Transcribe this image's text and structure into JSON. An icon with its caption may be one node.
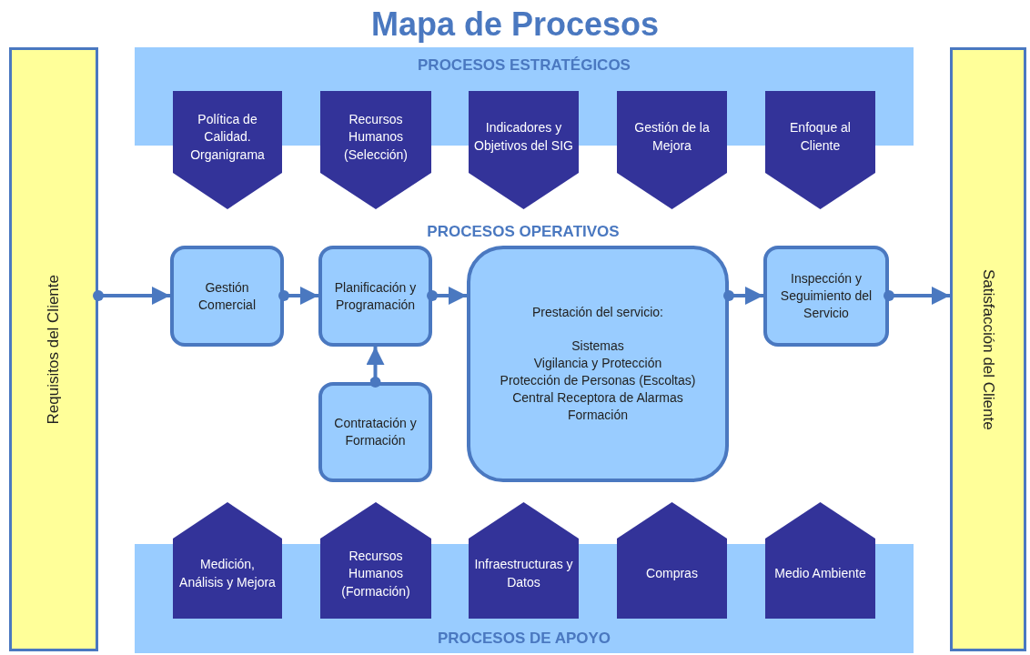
{
  "diagram": {
    "title": "Mapa de Procesos",
    "nodes": [
      {
        "text": [
          "Requisitos del Cliente"
        ]
      },
      {
        "text": [
          "Satisfacción del Cliente"
        ]
      },
      {
        "text": [
          "PROCESOS ESTRATÉGICOS"
        ]
      },
      {
        "text": [
          "Política de Calidad. Organigrama"
        ]
      },
      {
        "text": [
          "Recursos Humanos (Selección)"
        ]
      },
      {
        "text": [
          "Indicadores y Objetivos del SIG"
        ]
      },
      {
        "text": [
          "Gestión de la Mejora"
        ]
      },
      {
        "text": [
          "Enfoque al Cliente"
        ]
      },
      {
        "text": [
          "Gestión Comercial"
        ]
      },
      {
        "text": [
          "Planificación y Programación"
        ]
      },
      {
        "text": [
          "Contratación y Formación"
        ]
      },
      {
        "text": [
          "Prestación del servicio:",
          "Sistemas",
          "Vigilancia y Protección",
          "Protección de Personas (Escoltas)",
          "Central Receptora de Alarmas",
          "Formación"
        ]
      },
      {
        "text": [
          "Inspección y Seguimiento del Servicio"
        ]
      },
      {
        "text": [
          "PROCESOS DE APOYO"
        ]
      },
      {
        "text": [
          "Medición, Análisis y Mejora"
        ]
      },
      {
        "text": [
          "Recursos Humanos (Formación)"
        ]
      },
      {
        "text": [
          "Infraestructuras y Datos"
        ]
      },
      {
        "text": [
          "Compras"
        ]
      },
      {
        "text": [
          "Medio Ambiente"
        ]
      }
    ],
    "edges": [
      {
        "from": 0,
        "to": 8,
        "arrow": "to"
      },
      {
        "from": 8,
        "to": 9,
        "arrow": "to"
      },
      {
        "from": 10,
        "to": 9,
        "arrow": "to"
      },
      {
        "from": 9,
        "to": 11,
        "arrow": "to"
      },
      {
        "from": 11,
        "to": 12,
        "arrow": "to"
      },
      {
        "from": 12,
        "to": 1,
        "arrow": "to"
      }
    ],
    "labels": [
      "PROCESOS OPERATIVOS"
    ]
  }
}
